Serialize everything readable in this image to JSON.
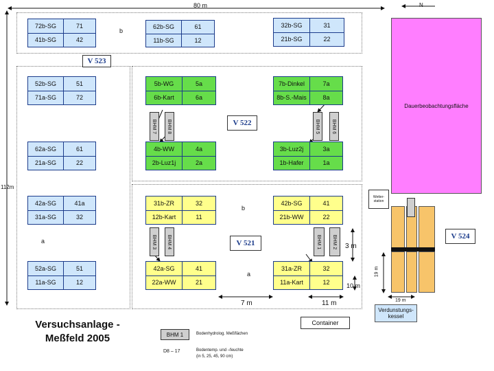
{
  "dims": {
    "top_width": "80 m",
    "height": "112m",
    "north": "N"
  },
  "plots": {
    "p72b_71": {
      "code_a": "72b-SG",
      "val_a": "71",
      "code_b": "41b-SG",
      "val_b": "42"
    },
    "p62b_61": {
      "code_a": "62b-SG",
      "val_a": "61",
      "code_b": "11b-SG",
      "val_b": "12"
    },
    "p32b_31": {
      "code_a": "32b-SG",
      "val_a": "31",
      "code_b": "21b-SG",
      "val_b": "22"
    },
    "p52b_51": {
      "code_a": "52b-SG",
      "val_a": "51",
      "code_b": "71a-SG",
      "val_b": "72"
    },
    "p62a_61": {
      "code_a": "62a-SG",
      "val_a": "61",
      "code_b": "21a-SG",
      "val_b": "22"
    },
    "p42a_41a": {
      "code_a": "42a-SG",
      "val_a": "41a",
      "code_b": "31a-SG",
      "val_b": "32"
    },
    "p52a_51": {
      "code_a": "52a-SG",
      "val_a": "51",
      "code_b": "11a-SG",
      "val_b": "12"
    },
    "g5b": {
      "code_a": "5b-WG",
      "val_a": "5a",
      "code_b": "6b-Kart",
      "val_b": "6a"
    },
    "g7b": {
      "code_a": "7b-Dinkel",
      "val_a": "7a",
      "code_b": "8b-S.-Mais",
      "val_b": "8a"
    },
    "g4b": {
      "code_a": "4b-WW",
      "val_a": "4a",
      "code_b": "2b-Luz1j",
      "val_b": "2a"
    },
    "g3b": {
      "code_a": "3b-Luz2j",
      "val_a": "3a",
      "code_b": "1b-Hafer",
      "val_b": "1a"
    },
    "y31b": {
      "code_a": "31b-ZR",
      "val_a": "32",
      "code_b": "12b-Kart",
      "val_b": "11"
    },
    "y42b": {
      "code_a": "42b-SG",
      "val_a": "41",
      "code_b": "21b-WW",
      "val_b": "22"
    },
    "y42a": {
      "code_a": "42a-SG",
      "val_a": "41",
      "code_b": "22a-WW",
      "val_b": "21"
    },
    "y31a": {
      "code_a": "31a-ZR",
      "val_a": "32",
      "code_b": "11a-Kart",
      "val_b": "12"
    }
  },
  "areas": {
    "v521": "V 521",
    "v522": "V 522",
    "v523": "V 523",
    "v524": "V 524"
  },
  "bhm": {
    "b1": "BHM 1",
    "b2": "BHM 2",
    "b3": "BHM 3",
    "b4": "BHM 4",
    "b5": "BHM 5",
    "b6": "BHM 6",
    "b7": "BHM 7",
    "b8": "BHM 8"
  },
  "letters": {
    "b_top": "b",
    "a_left": "a",
    "b_mid": "b",
    "a_mid": "a"
  },
  "measures": {
    "m7": "7 m",
    "m11": "11 m",
    "m3": "3 m",
    "m10": "10 m",
    "m19v": "19 m",
    "m19h": "19 m"
  },
  "labels": {
    "dauer": "Dauerbeobachtungsfläche",
    "container": "Container",
    "title_line1": "Versuchsanlage -",
    "title_line2": "Meßfeld 2005",
    "legend_bhm": "BHM 1",
    "legend_bhm_text": "Bodenhydrolog. Meßflächen",
    "legend_d": "D8 – 17",
    "legend_d_text1": "Bodentemp. und –feuchte",
    "legend_d_text2": "(in 5, 25, 45, 90 cm)",
    "v524_box1": "Wetter-",
    "v524_box2": "station",
    "verd1": "Verdunstungs-",
    "verd2": "kessel"
  },
  "colors": {
    "blue": "#cfe6fb",
    "green": "#66dd4a",
    "yellow": "#ffff8c",
    "pink": "#ff7eff",
    "orange": "#f7c46a",
    "line": "#1a3a8a"
  }
}
